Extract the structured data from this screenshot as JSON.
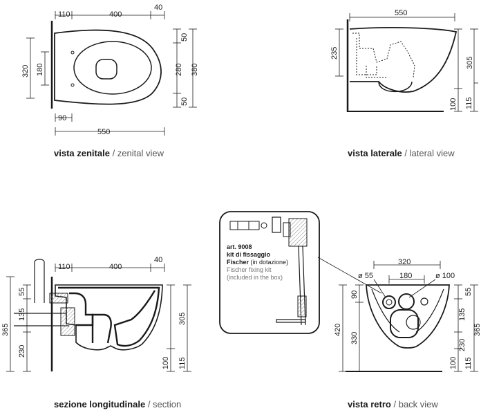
{
  "captions": {
    "zenital": {
      "bold": "vista zenitale",
      "light": "/ zenital view"
    },
    "lateral": {
      "bold": "vista laterale",
      "light": "/ lateral view"
    },
    "section": {
      "bold": "sezione longitudinale",
      "light": "/ section"
    },
    "back": {
      "bold": "vista retro",
      "light": "/ back view"
    }
  },
  "dims": {
    "zenital": {
      "d110": "110",
      "d400": "400",
      "d40": "40",
      "d320": "320",
      "d180": "180",
      "d50a": "50",
      "d280": "280",
      "d380": "380",
      "d50b": "50",
      "d90": "90",
      "d550": "550"
    },
    "lateral": {
      "d550": "550",
      "d235": "235",
      "d305": "305",
      "d100": "100",
      "d115": "115"
    },
    "section": {
      "d110": "110",
      "d400": "400",
      "d40": "40",
      "d55": "55",
      "d135": "135",
      "d365": "365",
      "d230": "230",
      "d305": "305",
      "d100": "100",
      "d115": "115"
    },
    "back": {
      "d320": "320",
      "d55": "ø 55",
      "d180": "180",
      "d100": "ø 100",
      "d90": "90",
      "d420": "420",
      "d330": "330",
      "d55r": "55",
      "d135r": "135",
      "d230r": "230",
      "d365r": "365",
      "d100r": "100",
      "d115r": "115"
    }
  },
  "kit": {
    "line1": "art. 9008",
    "line2": "kit di fissaggio",
    "line3a": "Fischer",
    "line3b": "(in dotazione)",
    "line4": "Fischer fixing kit",
    "line5": "(included in the box)"
  }
}
